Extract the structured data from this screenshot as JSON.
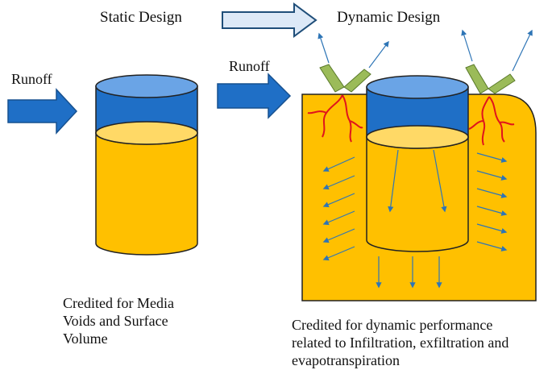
{
  "labels": {
    "static_design": "Static Design",
    "dynamic_design": "Dynamic Design",
    "runoff_left": "Runoff",
    "runoff_right": "Runoff"
  },
  "captions": {
    "static": [
      "Credited for Media",
      "Voids and Surface",
      "Volume"
    ],
    "dynamic": [
      "Credited for dynamic performance",
      "related to Infiltration, exfiltration and",
      "evapotranspiration"
    ]
  },
  "colors": {
    "water_blue": "#1f6fc6",
    "water_top": "#6aa4e6",
    "media_orange": "#ffc000",
    "media_top": "#ffd966",
    "soil_orange": "#ffc000",
    "leaf_green": "#9bbb59",
    "root_red": "#e0141c",
    "flow_arrow": "#2e75b6",
    "outline": "#222222"
  },
  "icons": {
    "transition_arrow": "hollow-arrow-icon",
    "runoff_arrow": "block-arrow-icon",
    "plant": "leaf-icon",
    "roots": "root-icon"
  }
}
